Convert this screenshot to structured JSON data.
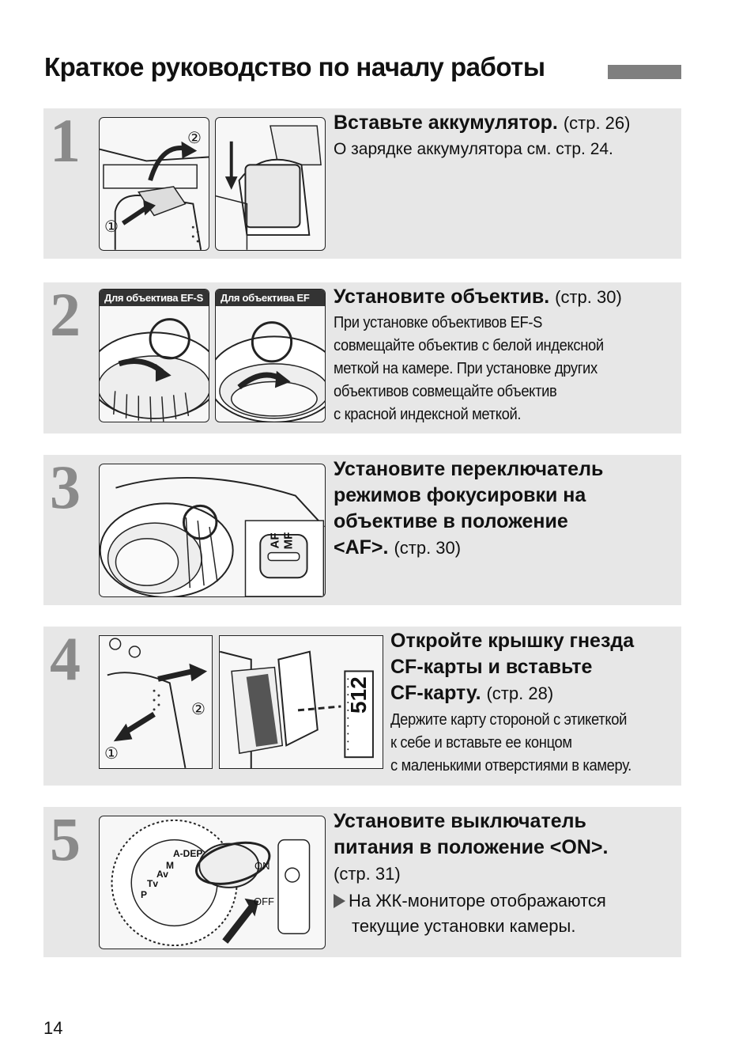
{
  "page": {
    "title": "Краткое руководство по началу работы",
    "page_number": "14"
  },
  "steps": [
    {
      "number": "1",
      "heading": "Вставьте аккумулятор.",
      "ref": "(стр. 26)",
      "body": [
        "О зарядке аккумулятора см. стр. 24."
      ],
      "photos": [
        "battery-door-photo",
        "battery-insert-photo"
      ],
      "callouts": [
        "①",
        "②"
      ]
    },
    {
      "number": "2",
      "heading": "Установите объектив.",
      "ref": "(стр. 30)",
      "body": [
        "При установке объективов EF-S",
        "совмещайте объектив с белой индексной",
        "меткой на камере. При установке других",
        "объективов совмещайте объектив",
        "с красной индексной меткой."
      ],
      "photo_labels": [
        "Для объектива EF-S",
        "Для объектива EF"
      ]
    },
    {
      "number": "3",
      "heading_lines": [
        "Установите переключатель",
        "режимов фокусировки на",
        "объективе в положение",
        "<AF>."
      ],
      "ref": "(стр. 30)",
      "switch_labels": [
        "AF",
        "MF"
      ]
    },
    {
      "number": "4",
      "heading_lines": [
        "Откройте крышку гнезда",
        "CF-карты и вставьте",
        "CF-карту."
      ],
      "ref": "(стр. 28)",
      "body": [
        "Держите карту стороной с этикеткой",
        "к себе и вставьте ее концом",
        "с маленькими отверстиями в камеру."
      ],
      "callouts": [
        "①",
        "②"
      ],
      "card_label": "512"
    },
    {
      "number": "5",
      "heading_lines": [
        "Установите выключатель",
        "питания в положение <ON>."
      ],
      "ref": "(стр. 31)",
      "bullet": [
        "На ЖК-мониторе отображаются",
        "текущие установки камеры."
      ],
      "dial_labels": [
        "A-DEP",
        "M",
        "Av",
        "Tv",
        "P",
        "ON",
        "OFF"
      ]
    }
  ],
  "colors": {
    "panel_bg": "#e7e7e7",
    "step_number": "#8a8a8a",
    "title_bar": "#7f7f7f"
  }
}
